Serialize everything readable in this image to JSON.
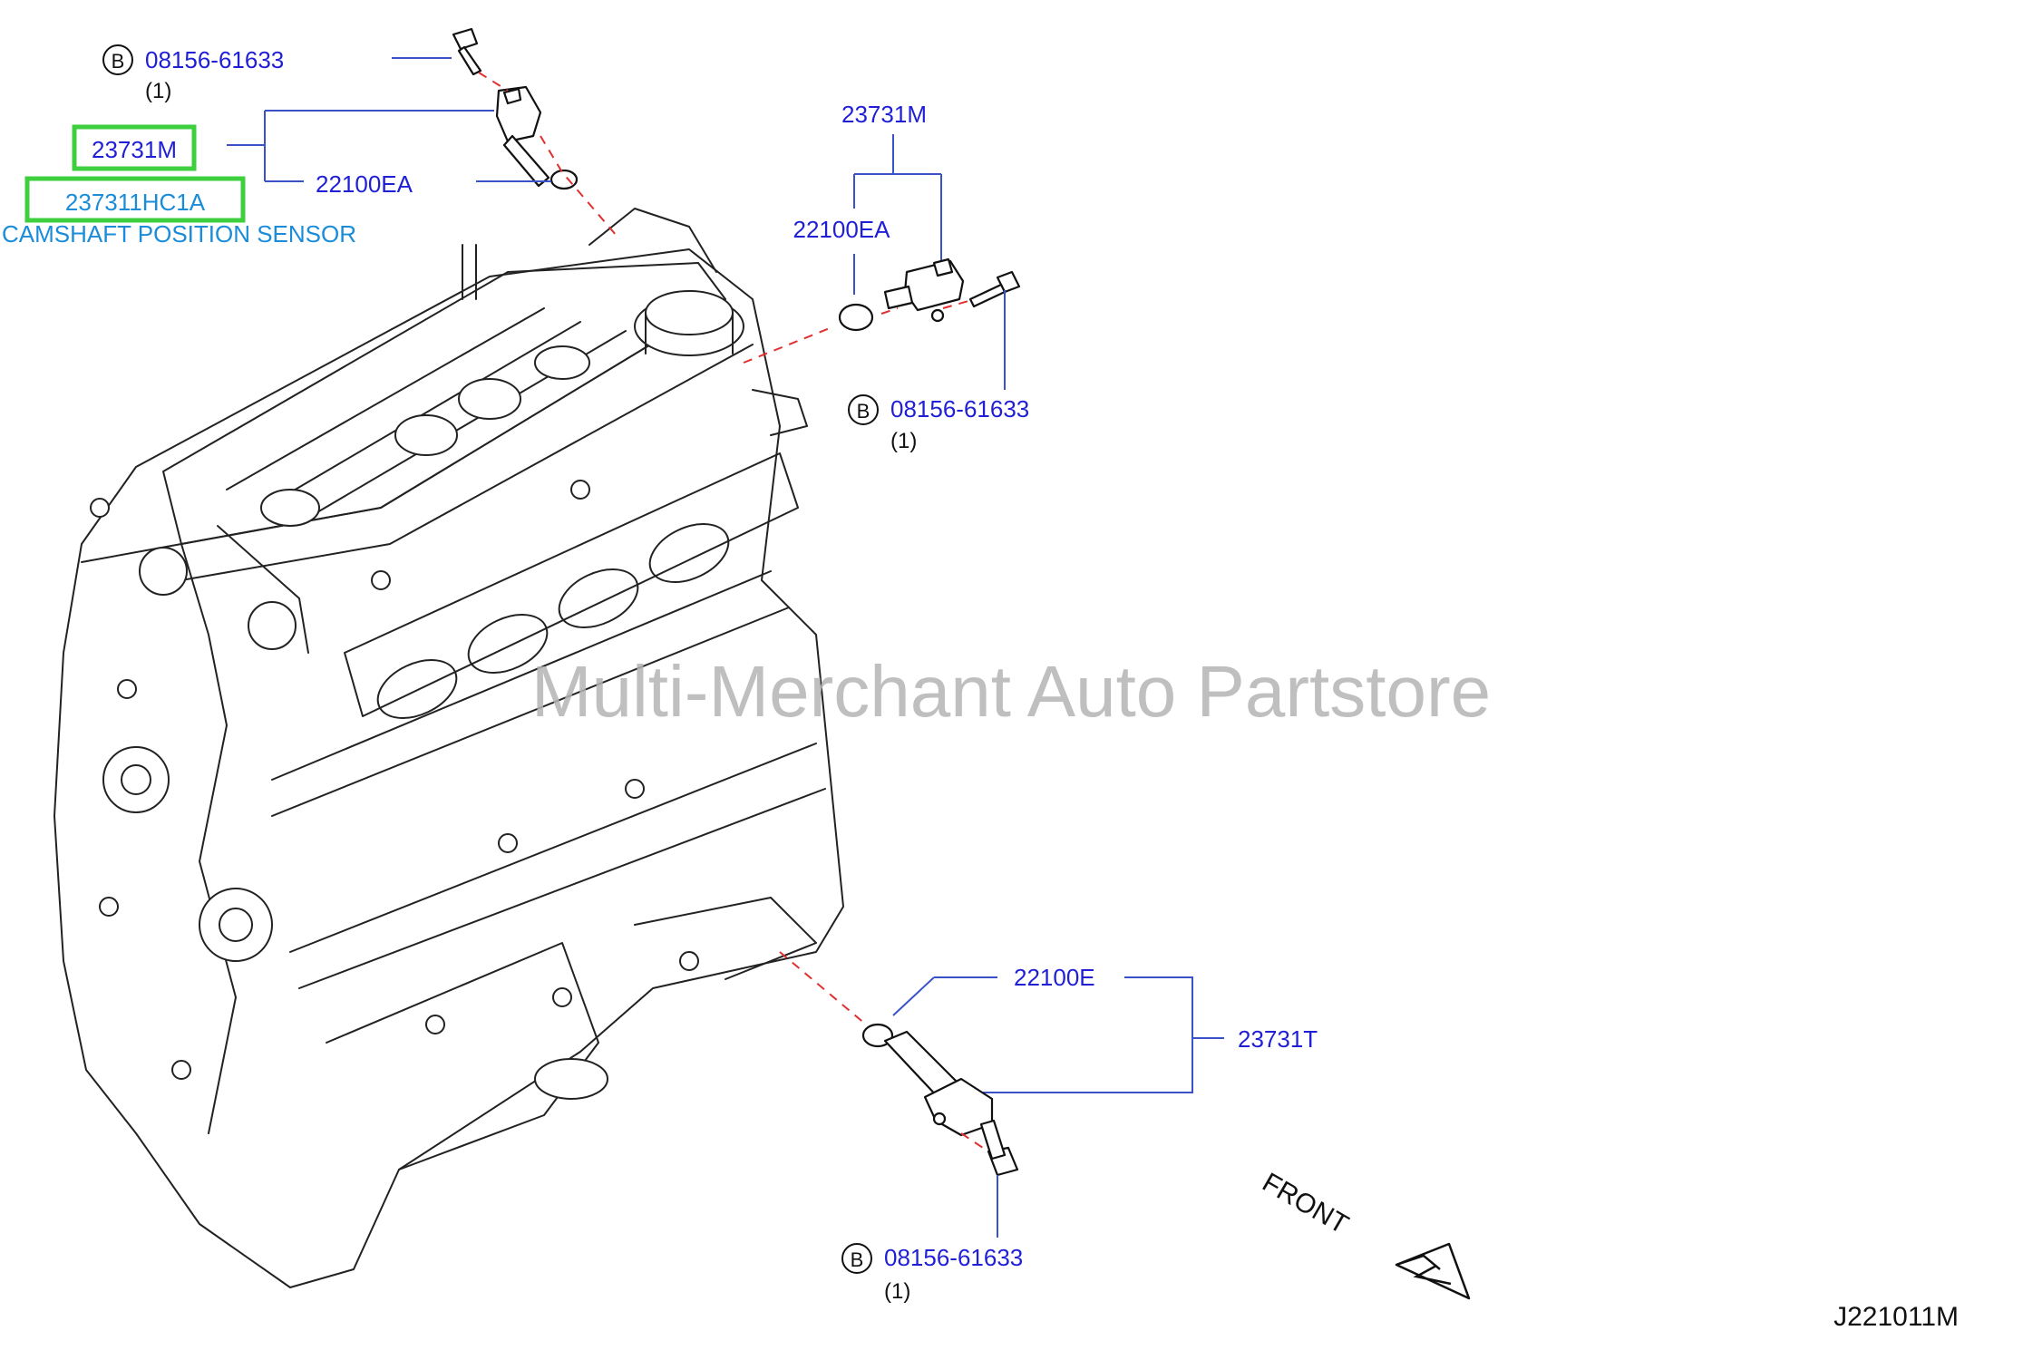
{
  "watermark": "Multi-Merchant Auto Partstore",
  "diagram_code": "J221011M",
  "front_label": "FRONT",
  "bolt_marker": "B",
  "callouts": {
    "top_left_bolt": {
      "part": "08156-61633",
      "qty": "(1)"
    },
    "top_left_sensor": {
      "part": "23731M"
    },
    "top_left_sensor_alt": {
      "part": "237311HC1A",
      "description": "CAMSHAFT POSITION SENSOR"
    },
    "top_left_oring": {
      "part": "22100EA"
    },
    "mid_sensor": {
      "part": "23731M"
    },
    "mid_oring": {
      "part": "22100EA"
    },
    "mid_bolt": {
      "part": "08156-61633",
      "qty": "(1)"
    },
    "low_oring": {
      "part": "22100E"
    },
    "low_sensor": {
      "part": "23731T"
    },
    "low_bolt": {
      "part": "08156-61633",
      "qty": "(1)"
    }
  },
  "colors": {
    "part_number": "#1f1fd6",
    "description": "#1a8cd8",
    "highlight": "#3dcf3d",
    "leader": "#3a52c8",
    "assembly_line": "#e03030",
    "watermark": "#b4b4b4"
  }
}
